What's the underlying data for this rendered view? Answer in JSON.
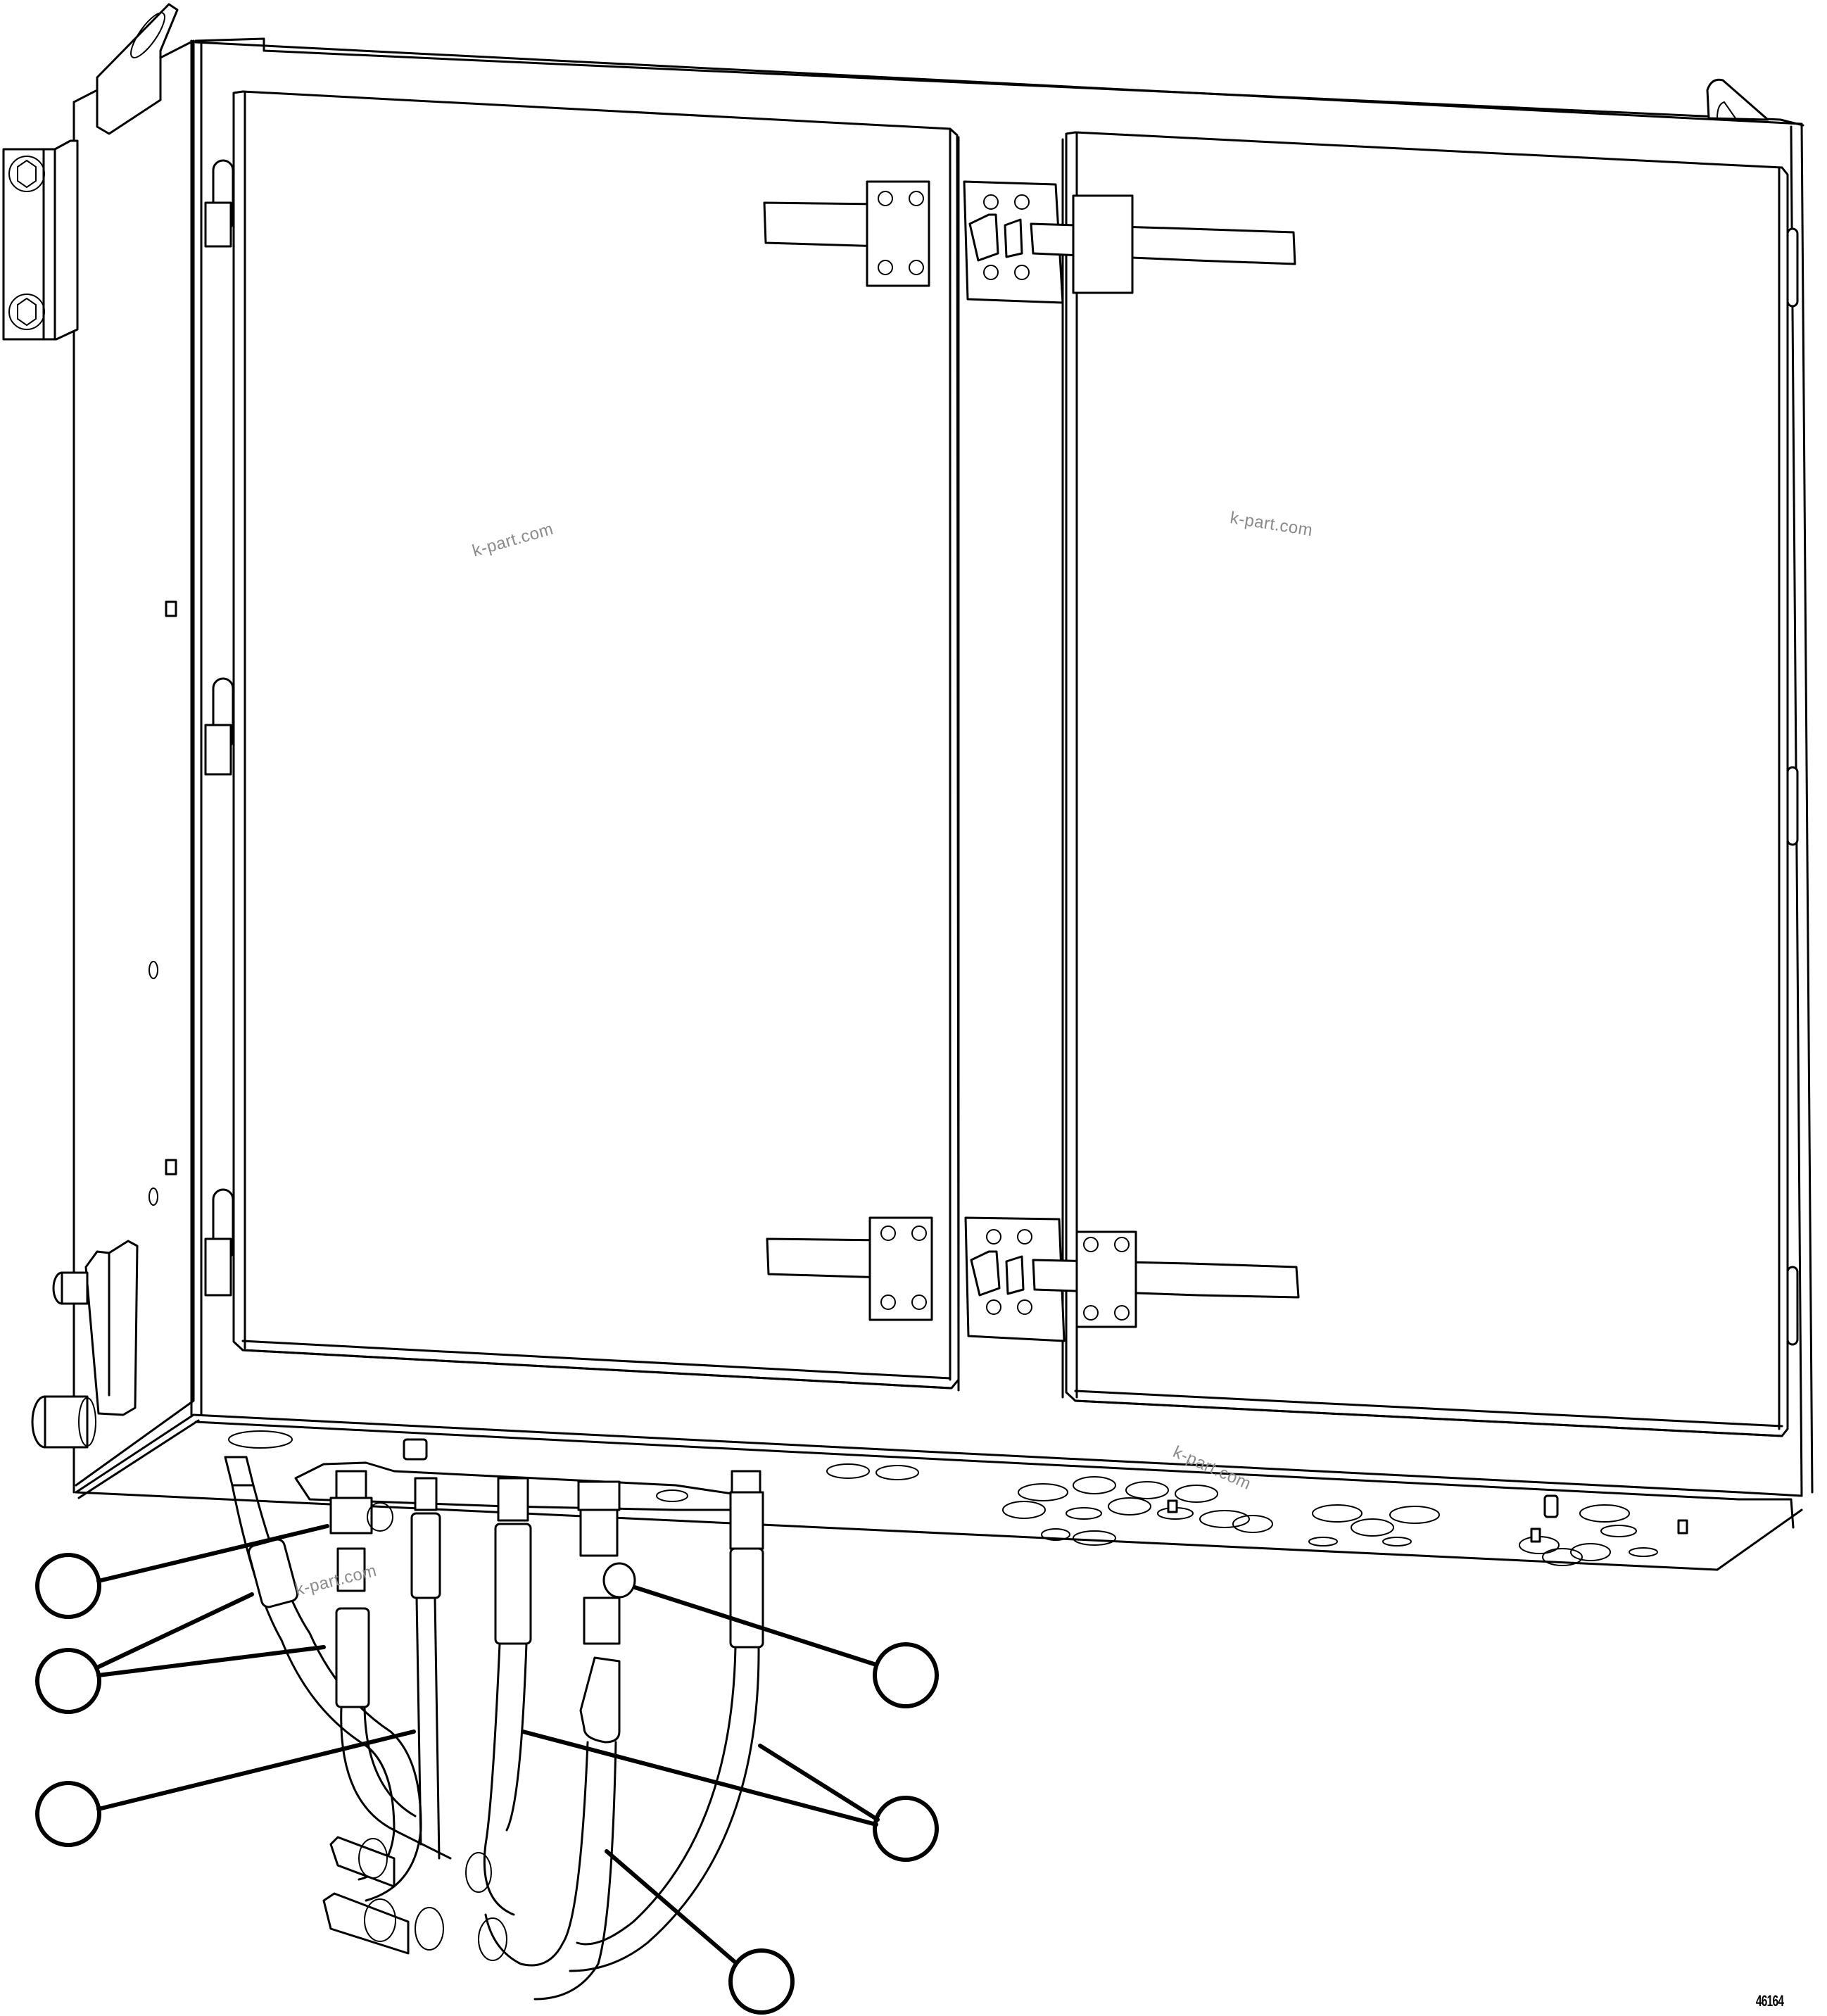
{
  "diagram": {
    "type": "technical parts illustration (line drawing)",
    "subject": "electrical enclosure with double doors, toggle latches and hydraulic hose assembly",
    "background_color": "#ffffff",
    "line_color": "#000000",
    "figure_number": "46164",
    "watermarks": [
      "k-part.com",
      "k-part.com",
      "k-part.com",
      "k-part.com"
    ],
    "components": {
      "enclosure": "cabinet-body",
      "doors": [
        "left-door",
        "right-door"
      ],
      "latches": [
        "upper-toggle-latch",
        "lower-toggle-latch"
      ],
      "lifting_lugs": [
        "left-lifting-lug",
        "right-lifting-lug"
      ],
      "mounting_bracket": "side-mounting-bracket",
      "disconnect_handle": "side-operating-handle",
      "hoses": [
        "hose-1",
        "hose-2",
        "hose-3",
        "hose-4",
        "hose-5"
      ]
    },
    "callouts": [
      {
        "id": "callout-1",
        "label": ""
      },
      {
        "id": "callout-2",
        "label": ""
      },
      {
        "id": "callout-3",
        "label": ""
      },
      {
        "id": "callout-4",
        "label": ""
      },
      {
        "id": "callout-5",
        "label": ""
      },
      {
        "id": "callout-6",
        "label": ""
      }
    ]
  }
}
